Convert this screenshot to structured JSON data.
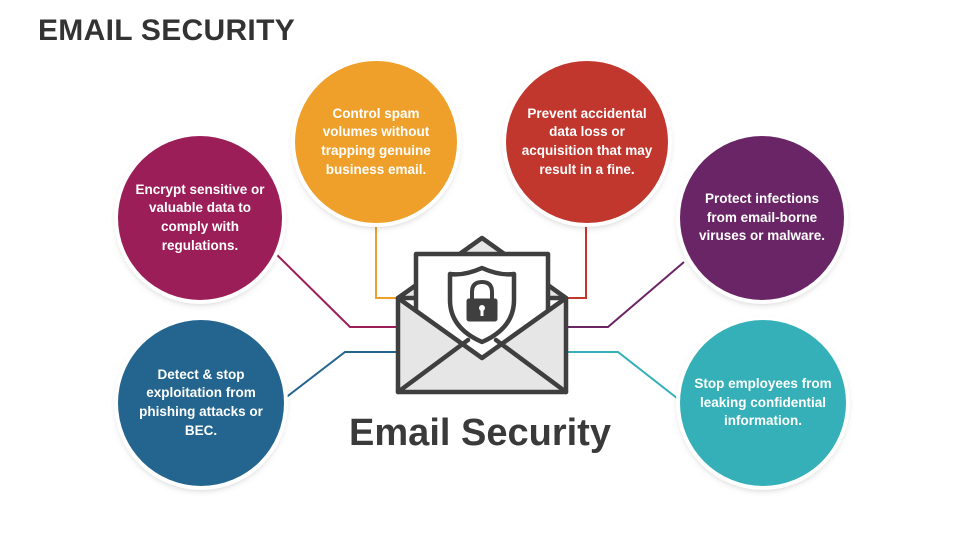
{
  "slide": {
    "title": "EMAIL SECURITY",
    "center_label": "Email Security"
  },
  "center_icon": "envelope-shield-lock-icon",
  "colors": {
    "title": "#333333",
    "envelope_stroke": "#3f3f3f",
    "envelope_fill": "#e6e6e6",
    "orange": "#eea02a",
    "red": "#c2372d",
    "magenta": "#9c1e58",
    "purple": "#6a2566",
    "blue": "#24658f",
    "teal": "#35b0b8"
  },
  "benefits": [
    {
      "id": "spam",
      "color": "orange",
      "text": "Control spam volumes without trapping genuine business email."
    },
    {
      "id": "data-loss",
      "color": "red",
      "text": "Prevent accidental data loss or acquisition that may result in a fine."
    },
    {
      "id": "encrypt",
      "color": "magenta",
      "text": "Encrypt sensitive or valuable data to comply with regulations."
    },
    {
      "id": "infections",
      "color": "purple",
      "text": "Protect infections from email-borne viruses or malware."
    },
    {
      "id": "phishing",
      "color": "blue",
      "text": "Detect & stop exploitation from phishing attacks or BEC."
    },
    {
      "id": "leaking",
      "color": "teal",
      "text": "Stop employees from leaking confidential information."
    }
  ]
}
